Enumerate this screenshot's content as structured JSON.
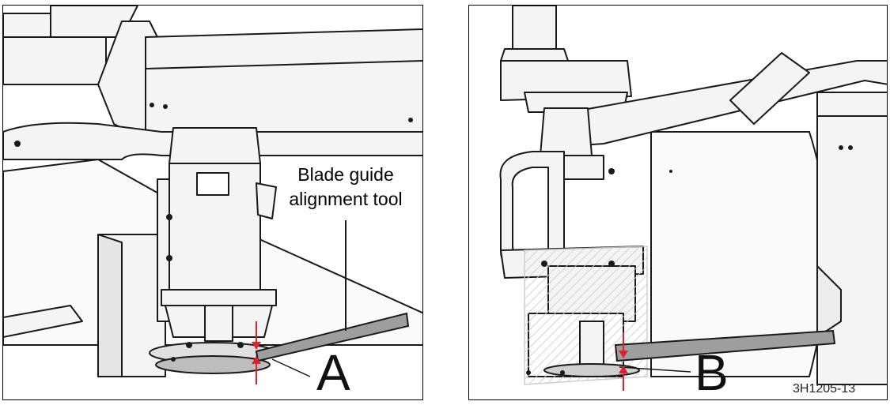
{
  "left_figure": {
    "tool_label_line1": "Blade guide",
    "tool_label_line2": "alignment tool",
    "callout": "A"
  },
  "right_figure": {
    "callout": "B"
  },
  "figure_id": "3H1205-13",
  "colors": {
    "line": "#1a1a1a",
    "metal_fill": "#f2f2f2",
    "tool_fill": "#9e9e9e",
    "measure_arrow": "#e0202a",
    "hatch": "#cfcfcf"
  }
}
